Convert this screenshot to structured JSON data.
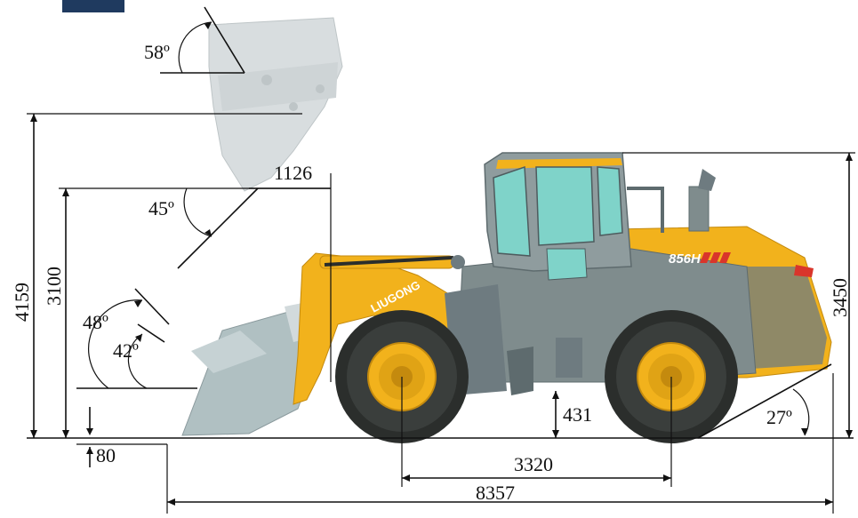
{
  "model_label": "856H",
  "boom_text": "LIUGONG",
  "dimensions": {
    "overall_height_raised": "4159",
    "dump_clearance": "3100",
    "dump_reach": "1126",
    "cab_height": "3450",
    "ground_clearance": "431",
    "wheelbase": "3320",
    "overall_length": "8357",
    "digging_depth": "80"
  },
  "angles": {
    "dump_angle_top": "58º",
    "dump_angle_mid": "45º",
    "rollback_outer": "48º",
    "rollback_inner": "42º",
    "departure_angle": "27º"
  },
  "colors": {
    "body_yellow": "#F2B21C",
    "body_grey": "#7F8C8D",
    "tire_dark": "#2B2E2C",
    "glass_teal": "#7FD3C9",
    "accent_red": "#D9352B",
    "corner_navy": "#1F3A5F"
  }
}
